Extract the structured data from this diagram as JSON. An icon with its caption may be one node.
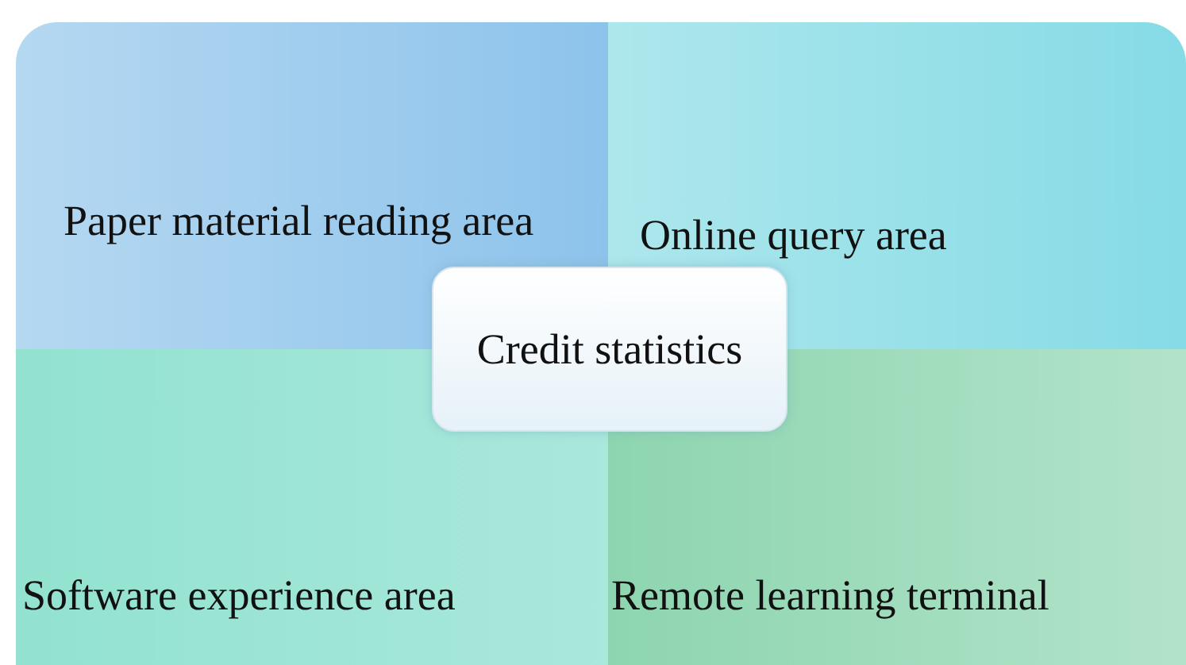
{
  "diagram": {
    "nodes": [
      {
        "text": [
          "Paper material reading area"
        ]
      },
      {
        "text": [
          "Online query area"
        ]
      },
      {
        "text": [
          "Software experience area"
        ]
      },
      {
        "text": [
          "Remote learning terminal"
        ]
      },
      {
        "text": [
          "Credit statistics"
        ]
      }
    ]
  }
}
